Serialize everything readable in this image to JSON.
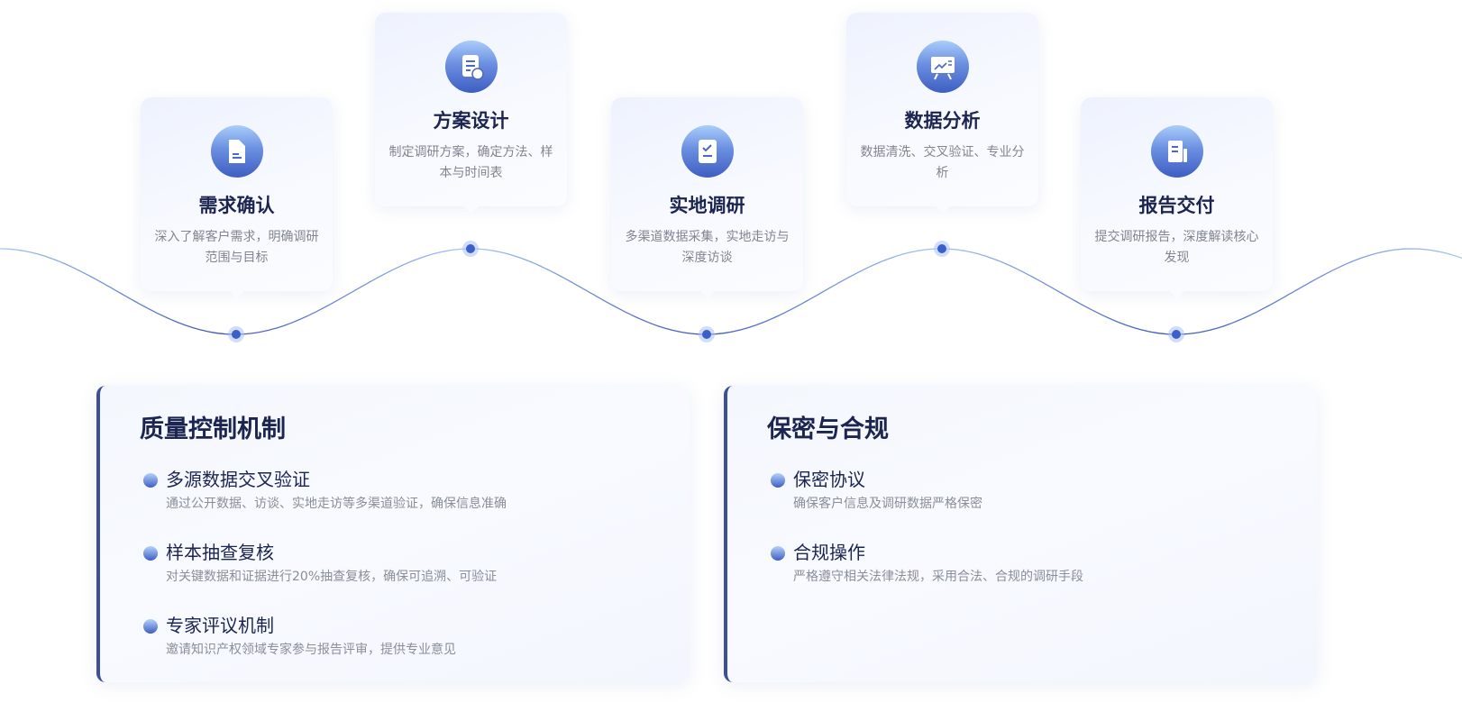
{
  "steps": [
    {
      "title": "需求确认",
      "desc": "深入了解客户需求，明确调研范围与目标",
      "icon": "document-icon"
    },
    {
      "title": "方案设计",
      "desc": "制定调研方案，确定方法、样本与时间表",
      "icon": "edit-document-icon"
    },
    {
      "title": "实地调研",
      "desc": "多渠道数据采集，实地走访与深度访谈",
      "icon": "clipboard-check-icon"
    },
    {
      "title": "数据分析",
      "desc": "数据清洗、交叉验证、专业分析",
      "icon": "presentation-chart-icon"
    },
    {
      "title": "报告交付",
      "desc": "提交调研报告，深度解读核心发现",
      "icon": "report-icon"
    }
  ],
  "panels": [
    {
      "title": "质量控制机制",
      "items": [
        {
          "title": "多源数据交叉验证",
          "desc": "通过公开数据、访谈、实地走访等多渠道验证，确保信息准确"
        },
        {
          "title": "样本抽查复核",
          "desc": "对关键数据和证据进行20%抽查复核，确保可追溯、可验证"
        },
        {
          "title": "专家评议机制",
          "desc": "邀请知识产权领域专家参与报告评审，提供专业意见"
        }
      ]
    },
    {
      "title": "保密与合规",
      "items": [
        {
          "title": "保密协议",
          "desc": "确保客户信息及调研数据严格保密"
        },
        {
          "title": "合规操作",
          "desc": "严格遵守相关法律法规，采用合法、合规的调研手段"
        }
      ]
    }
  ],
  "colors": {
    "accent": "#3b5fc9",
    "title": "#1b2550",
    "border": "#3b4f9a"
  }
}
